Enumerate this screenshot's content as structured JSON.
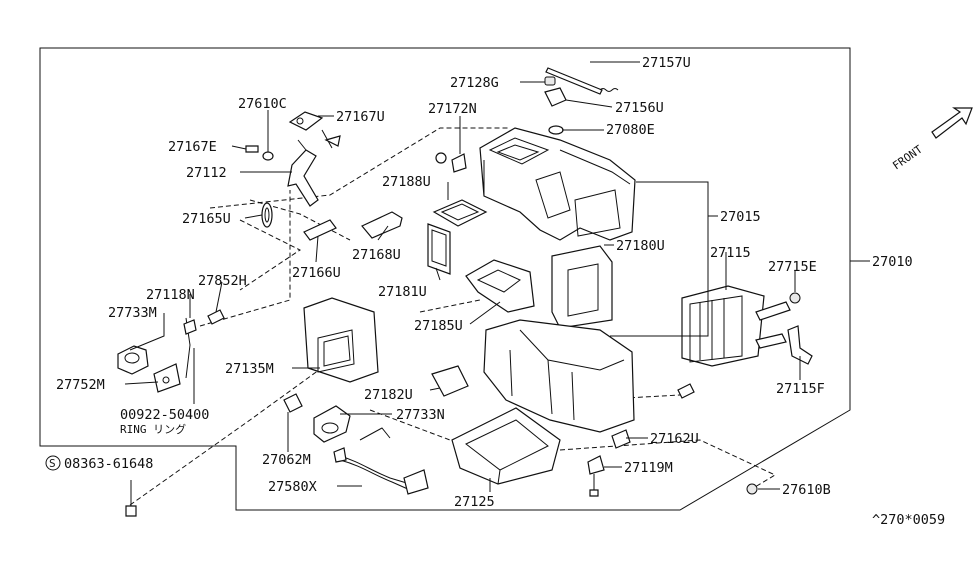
{
  "diagram": {
    "labels": {
      "p27157U": "27157U",
      "p27128G": "27128G",
      "p27156U": "27156U",
      "p27080E": "27080E",
      "p27610C": "27610C",
      "p27167U": "27167U",
      "p27172N": "27172N",
      "p27167E": "27167E",
      "p27112": "27112",
      "p27188U": "27188U",
      "p27015": "27015",
      "p27165U": "27165U",
      "p27180U": "27180U",
      "p27168U": "27168U",
      "p27166U": "27166U",
      "p27115": "27115",
      "p27715E": "27715E",
      "p27010": "27010",
      "p27852H": "27852H",
      "p27118N": "27118N",
      "p27181U": "27181U",
      "p27733M": "27733M",
      "p27185U": "27185U",
      "p27135M": "27135M",
      "p27752M": "27752M",
      "p27115F": "27115F",
      "p27182U": "27182U",
      "p00922": "00922-50400",
      "ring": "RING リング",
      "p27733N": "27733N",
      "p27162U": "27162U",
      "p27062M": "27062M",
      "p27119M": "27119M",
      "p08363": "08363-61648",
      "circleS": "S",
      "p27580X": "27580X",
      "p27125": "27125",
      "p27610B": "27610B",
      "front": "FRONT",
      "code": "^270*0059"
    }
  }
}
